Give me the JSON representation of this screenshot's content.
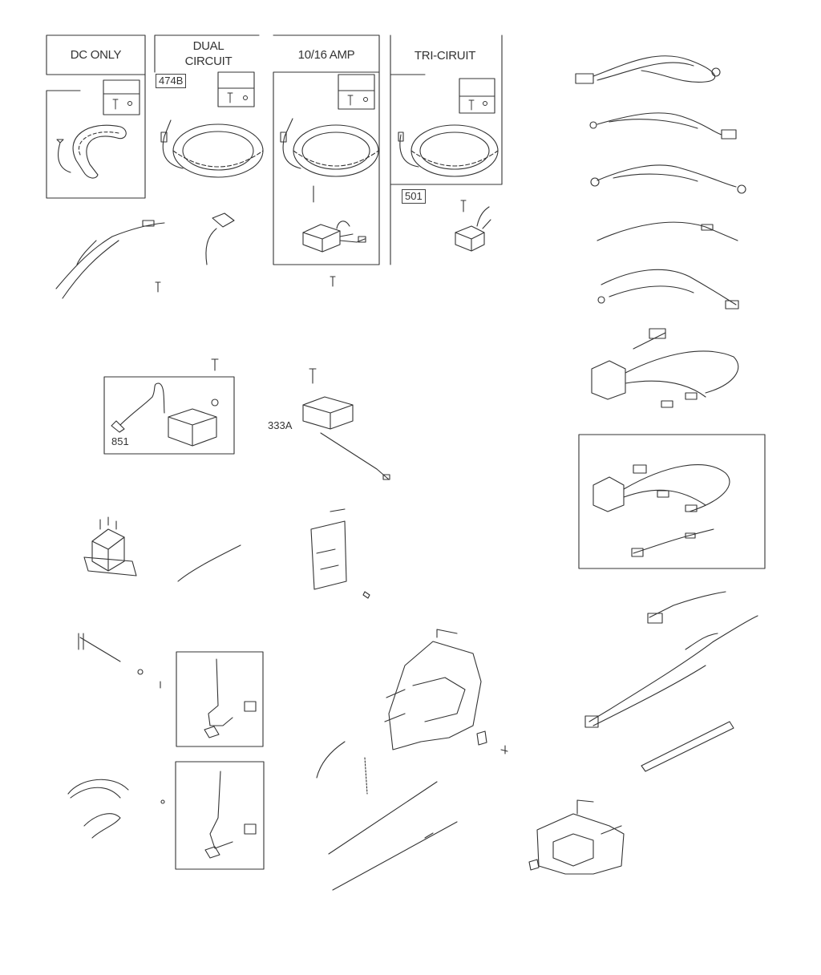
{
  "panels": {
    "dc_only": {
      "title": "DC ONLY"
    },
    "dual_circuit": {
      "title_line1": "DUAL",
      "title_line2": "CIRCUIT",
      "ref": "474B"
    },
    "amp_10_16": {
      "title": "10/16 AMP"
    },
    "tri_circuit": {
      "title": "TRI-CIRUIT",
      "ref": "501"
    }
  },
  "callouts": {
    "ref_851": "851",
    "ref_333a": "333A"
  },
  "colors": {
    "line": "#333333",
    "shade": "#888888",
    "paper": "#ffffff"
  }
}
